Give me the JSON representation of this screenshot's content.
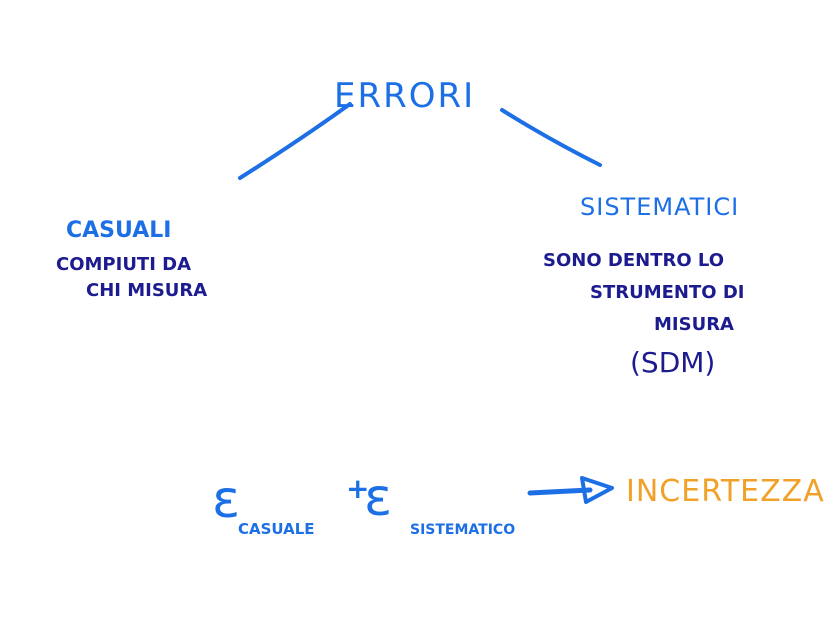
{
  "title": "ERRORI",
  "left": {
    "heading": "CASUALI",
    "lines": [
      "COMPIUTI DA",
      "CHI MISURA"
    ]
  },
  "right": {
    "heading": "SISTEMATICI",
    "lines": [
      "SONO DENTRO LO",
      "STRUMENTO DI",
      "MISURA",
      "(SDM)"
    ]
  },
  "formula": {
    "symbol1": "ε",
    "sub1": "CASUALE",
    "plus": "+",
    "symbol2": "ε",
    "sub2": "SISTEMATICO",
    "result": "INCERTEZZA"
  },
  "colors": {
    "blue": "#1d6fe6",
    "navy": "#1c1b8f",
    "orange": "#f2a128"
  }
}
